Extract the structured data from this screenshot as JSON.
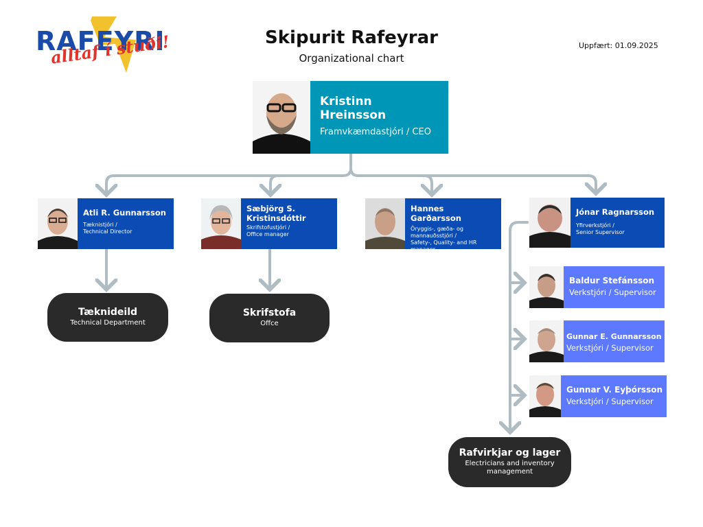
{
  "header": {
    "title": "Skipurit Rafeyrar",
    "subtitle": "Organizational chart",
    "updated": "Uppfært: 01.09.2025"
  },
  "logo": {
    "word": "RAFEYRI",
    "tagline": "alltaf í stuði!"
  },
  "ceo": {
    "name": "Kristinn Hreinsson",
    "role": "Framvkæmdastjóri / CEO"
  },
  "managers": [
    {
      "name": "Atli R. Gunnarsson",
      "role_is": "Tæknistjóri /",
      "role_en": "Technical Director"
    },
    {
      "name": "Sæbjörg S. Kristinsdóttir",
      "role_is": "Skrifstofustjóri /",
      "role_en": "Office manager"
    },
    {
      "name": "Hannes Garðarsson",
      "role_is": "Öryggis-, gæða- og mannauðsstjóri /",
      "role_en": "Safety-, Quality- and HR manager"
    },
    {
      "name": "Jónar Ragnarsson",
      "role_is": "Yfirverkstjóri /",
      "role_en": "Senior Supervisor"
    }
  ],
  "supervisors": [
    {
      "name": "Baldur Stefánsson",
      "role": "Verkstjóri / Supervisor"
    },
    {
      "name": "Gunnar E. Gunnarsson",
      "role": "Verkstjóri / Supervisor"
    },
    {
      "name": "Gunnar V. Eyþórsson",
      "role": "Verkstjóri / Supervisor"
    }
  ],
  "departments": [
    {
      "name": "Tæknideild",
      "sub": "Technical Department"
    },
    {
      "name": "Skrifstofa",
      "sub": "Offce"
    },
    {
      "name": "Rafvirkjar og lager",
      "sub": "Electricians and inventory management"
    }
  ],
  "colors": {
    "ceo": "#0096b7",
    "manager": "#0a4bb4",
    "supervisor": "#5c79ff",
    "department": "#2a2a2a",
    "connector": "#b0bcc4",
    "logo_blue": "#1a4ba8",
    "logo_red": "#e0332b",
    "logo_yellow": "#f2c12e"
  }
}
